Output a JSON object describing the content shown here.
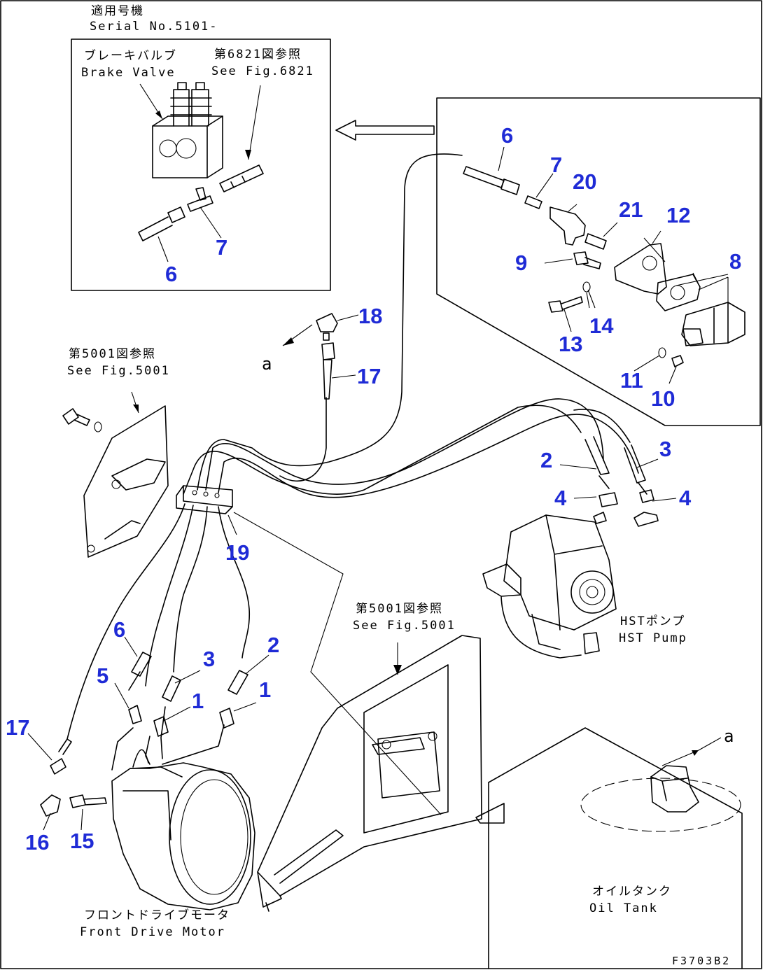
{
  "figure_code": "F3703B2",
  "texts": {
    "serial_jp": "適用号機",
    "serial_en": "Serial No.5101-",
    "brake_jp": "ブレーキバルブ",
    "brake_en": "Brake Valve",
    "fig6821_jp": "第6821図参照",
    "fig6821_en": "See Fig.6821",
    "fig5001_jp": "第5001図参照",
    "fig5001_en": "See Fig.5001",
    "hst_jp": "HSTポンプ",
    "hst_en": "HST Pump",
    "motor_jp": "フロントドライブモータ",
    "motor_en": "Front Drive Motor",
    "tank_jp": "オイルタンク",
    "tank_en": "Oil Tank"
  },
  "letters": {
    "a1": "a",
    "a2": "a"
  },
  "callouts": {
    "c6_inset": "6",
    "c7_inset": "7",
    "c6_box": "6",
    "c7_box": "7",
    "c20": "20",
    "c21": "21",
    "c12": "12",
    "c9": "9",
    "c8": "8",
    "c13": "13",
    "c14": "14",
    "c11": "11",
    "c10": "10",
    "c18": "18",
    "c17_top": "17",
    "c19": "19",
    "c2_right": "2",
    "c3_right": "3",
    "c4_left": "4",
    "c4_right": "4",
    "c6_lower": "6",
    "c5": "5",
    "c3_lower": "3",
    "c2_lower": "2",
    "c1_a": "1",
    "c1_b": "1",
    "c17_lower": "17",
    "c16": "16",
    "c15": "15"
  },
  "colors": {
    "callout": "#1f2bd6",
    "line": "#000000"
  }
}
